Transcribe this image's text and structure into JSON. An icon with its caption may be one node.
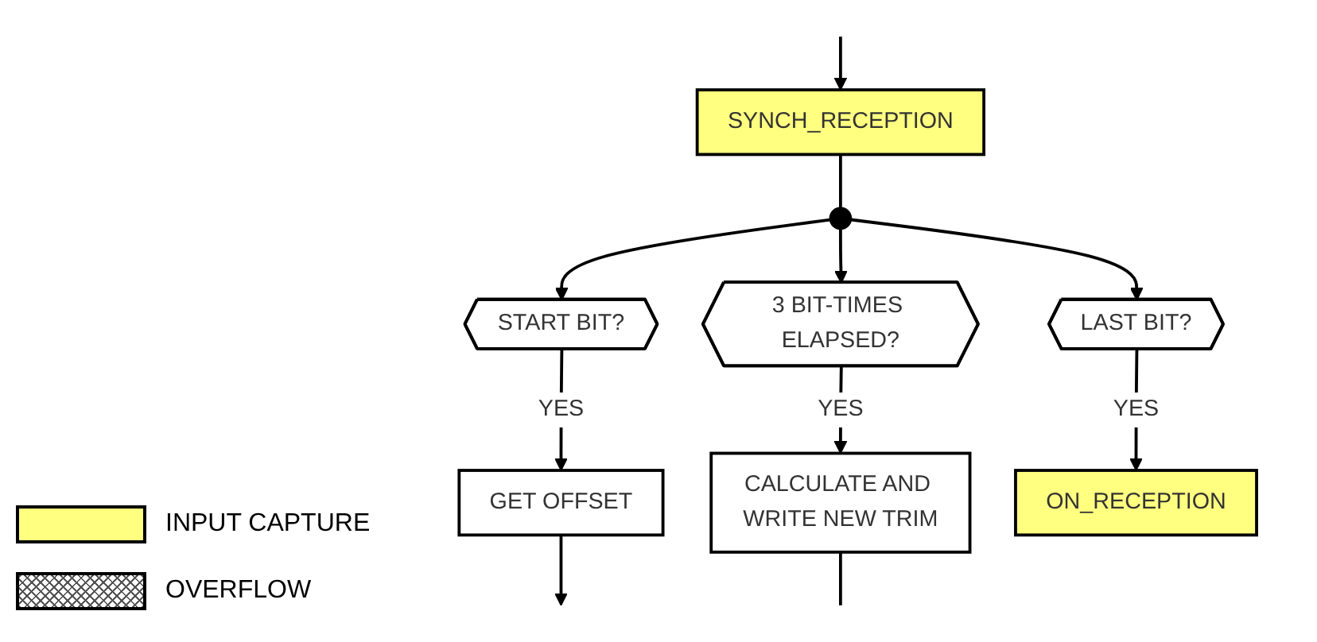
{
  "diagram": {
    "nodes": [
      {
        "text": [
          "SYNCH_RECEPTION"
        ]
      },
      {
        "text": [],
        "shape": "circle"
      },
      {
        "text": [
          "START BIT?"
        ]
      },
      {
        "text": [
          "3 BIT-TIMES ELAPSED?"
        ]
      },
      {
        "text": [
          "LAST BIT?"
        ]
      },
      {
        "text": [
          "GET OFFSET"
        ]
      },
      {
        "text": [
          "CALCULATE AND WRITE NEW TRIM"
        ]
      },
      {
        "text": [
          "ON_RECEPTION"
        ]
      }
    ],
    "edges": [
      {
        "from": null,
        "to": 0,
        "arrow": "to"
      },
      {
        "from": 0,
        "to": 1,
        "arrow": "none"
      },
      {
        "from": 1,
        "to": 2,
        "arrow": "to"
      },
      {
        "from": 1,
        "to": 3,
        "arrow": "to"
      },
      {
        "from": 1,
        "to": 4,
        "arrow": "to"
      },
      {
        "from": 2,
        "to": 5,
        "label": "YES",
        "arrow": "to"
      },
      {
        "from": 3,
        "to": 6,
        "label": "YES",
        "arrow": "to"
      },
      {
        "from": 4,
        "to": 7,
        "label": "YES",
        "arrow": "to"
      },
      {
        "from": 5,
        "to": null,
        "arrow": "to"
      },
      {
        "from": 6,
        "to": null,
        "arrow": "none"
      }
    ],
    "legend": [
      {
        "text": "INPUT CAPTURE",
        "color": "#ffff80"
      },
      {
        "text": "OVERFLOW"
      }
    ]
  }
}
